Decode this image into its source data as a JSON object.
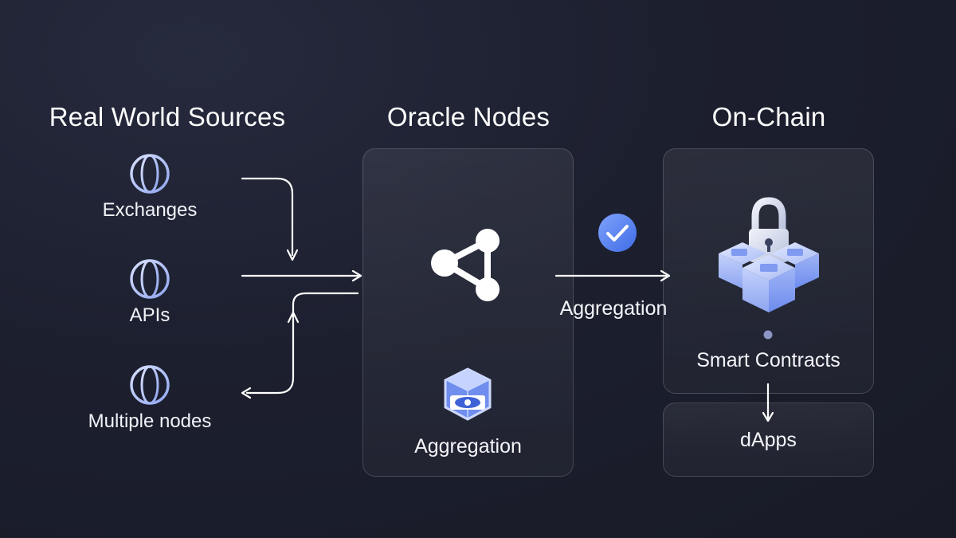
{
  "columns": {
    "sources_title": "Real World Sources",
    "oracle_title": "Oracle Nodes",
    "onchain_title": "On-Chain"
  },
  "sources": [
    {
      "label": "Exchanges",
      "icon": "globe-icon"
    },
    {
      "label": "APIs",
      "icon": "globe-icon"
    },
    {
      "label": "Multiple nodes",
      "icon": "globe-icon"
    }
  ],
  "oracle": {
    "network_icon": "network-nodes-icon",
    "aggregation_icon": "eye-cube-icon",
    "aggregation_label": "Aggregation"
  },
  "transfer": {
    "label": "Aggregation",
    "badge_icon": "checkmark-icon"
  },
  "onchain": {
    "contracts_icon": "lock-blocks-icon",
    "contracts_label": "Smart Contracts",
    "dapps_label": "dApps"
  },
  "colors": {
    "background": "#1c1f2e",
    "accent_blue": "#4f7bf0",
    "icon_light_blue": "#b9c7f7",
    "text": "#ffffff"
  }
}
